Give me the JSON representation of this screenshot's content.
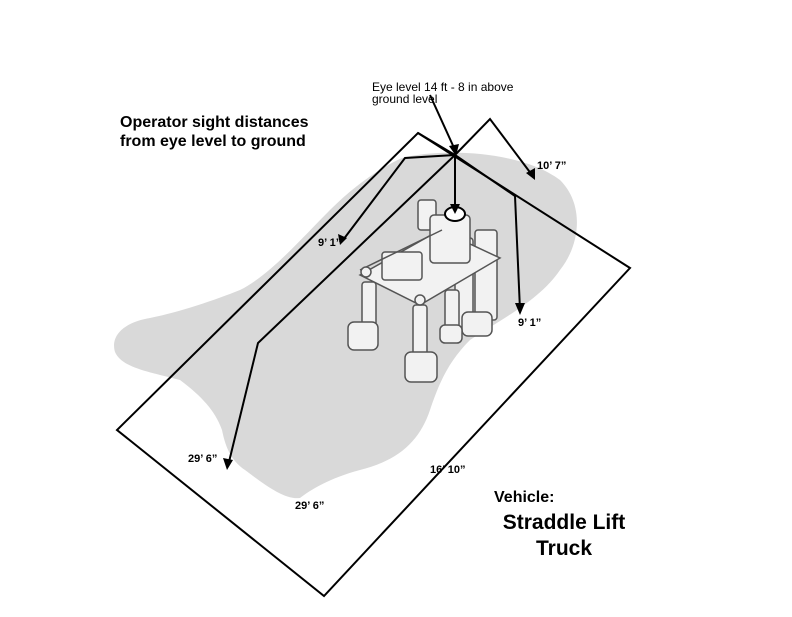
{
  "title_lines": [
    "Operator sight distances",
    "from  eye level to ground"
  ],
  "eye_level_lines": [
    "Eye level 14 ft - 8 in above",
    "ground level"
  ],
  "distances": {
    "left_mid": "9’ 1”",
    "right_mid": "9’ 1”",
    "top_right": "10’ 7”",
    "front_left": "29’ 6”",
    "front_bottom": "29’ 6”",
    "front_width": "16’ 10”"
  },
  "vehicle": {
    "label": "Vehicle:",
    "name_lines": [
      "Straddle Lift",
      "Truck"
    ]
  },
  "colors": {
    "blind_zone": "#d9d9d9",
    "lines": "#000000",
    "truck_fill": "#f2f2f2",
    "truck_stroke": "#555555"
  }
}
